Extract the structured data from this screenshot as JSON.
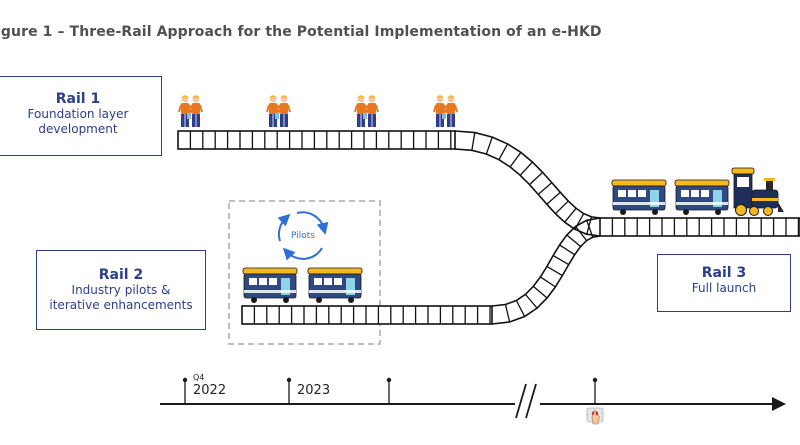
{
  "title": "igure 1 – Three-Rail Approach for the Potential Implementation of an e-HKD",
  "rails": [
    {
      "name": "Rail 1",
      "desc": [
        "Foundation layer",
        "development"
      ]
    },
    {
      "name": "Rail 2",
      "desc": [
        "Industry pilots &",
        "iterative enhancements"
      ]
    },
    {
      "name": "Rail 3",
      "desc": [
        "Full launch"
      ]
    }
  ],
  "pilots_label": "Pilots",
  "timeline": {
    "ticks": [
      {
        "top": "Q4",
        "bottom": "2022"
      },
      {
        "top": "",
        "bottom": "2023"
      },
      {
        "top": "",
        "bottom": ""
      },
      {
        "top": "",
        "bottom": ""
      }
    ]
  },
  "colors": {
    "rail_box_border": "#2b3f8c",
    "track": "#111111",
    "carriage_body": "#2f4a82",
    "carriage_roof": "#f4b820",
    "loco_body": "#1f2e5a",
    "pilots_arrow": "#2f6fd6",
    "worker_vest": "#e87722",
    "worker_pants": "#2b3f8c",
    "dashed_box": "#a8a8a8"
  },
  "icons": [
    "worker-icon",
    "carriage-icon",
    "locomotive-icon",
    "cycle-arrows-icon",
    "hand-pointer-icon"
  ]
}
